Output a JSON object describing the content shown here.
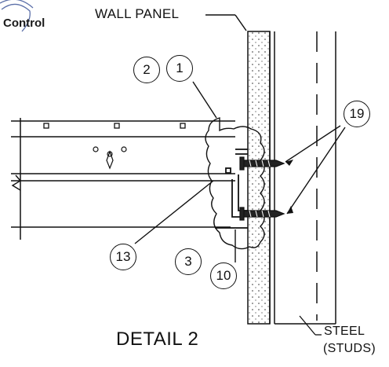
{
  "brand": {
    "text": "Control"
  },
  "labels": {
    "wall_panel": "WALL PANEL",
    "detail_title": "DETAIL 2",
    "steel": "STEEL",
    "studs": "(STUDS)"
  },
  "callouts": {
    "c1": "1",
    "c2": "2",
    "c3": "3",
    "c10": "10",
    "c13": "13",
    "c19": "19"
  }
}
